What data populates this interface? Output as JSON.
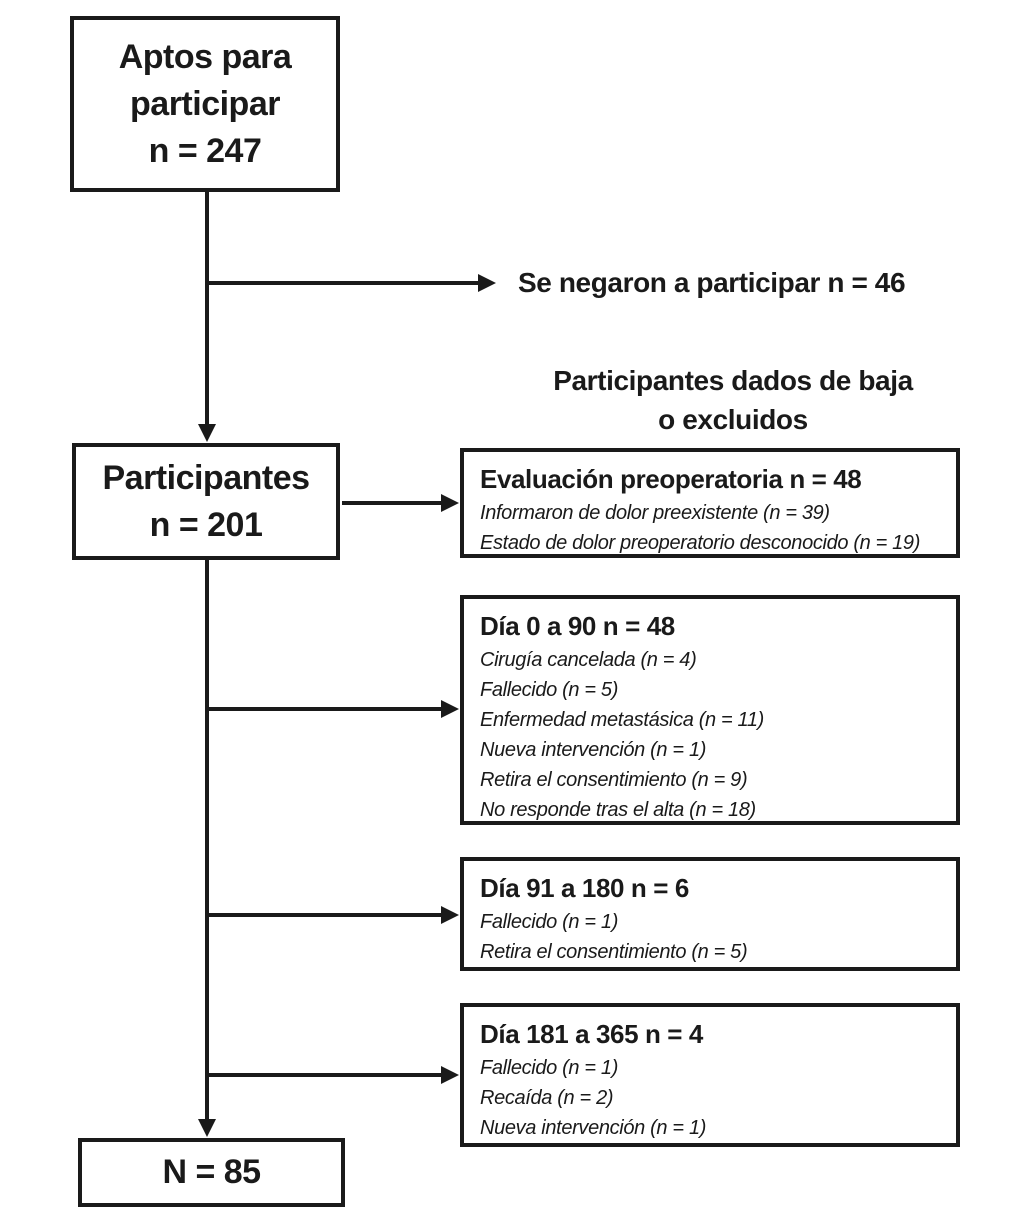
{
  "colors": {
    "ink": "#1a1a1a",
    "background": "#ffffff"
  },
  "flow": {
    "eligible_box": {
      "line1": "Aptos para",
      "line2": "participar",
      "count": "n = 247"
    },
    "declined_label": "Se negaron a participar n = 46",
    "withdrawn_header": {
      "line1": "Participantes dados de baja",
      "line2": "o excluidos"
    },
    "participants_box": {
      "line1": "Participantes",
      "count": "n = 201"
    },
    "exclusions": [
      {
        "title": "Evaluación preoperatoria n = 48",
        "items": [
          "Informaron de dolor preexistente (n = 39)",
          "Estado de dolor preoperatorio desconocido (n = 19)"
        ]
      },
      {
        "title": "Día 0 a 90 n = 48",
        "items": [
          "Cirugía cancelada (n = 4)",
          "Fallecido (n = 5)",
          "Enfermedad metastásica (n = 11)",
          "Nueva intervención (n = 1)",
          "Retira el consentimiento (n = 9)",
          "No responde tras el alta (n = 18)"
        ]
      },
      {
        "title": "Día 91 a 180 n = 6",
        "items": [
          "Fallecido (n = 1)",
          "Retira el consentimiento (n = 5)"
        ]
      },
      {
        "title": "Día 181 a 365 n = 4",
        "items": [
          "Fallecido (n = 1)",
          "Recaída (n = 2)",
          "Nueva intervención (n = 1)"
        ]
      }
    ],
    "final_box": {
      "label": "N = 85"
    }
  }
}
